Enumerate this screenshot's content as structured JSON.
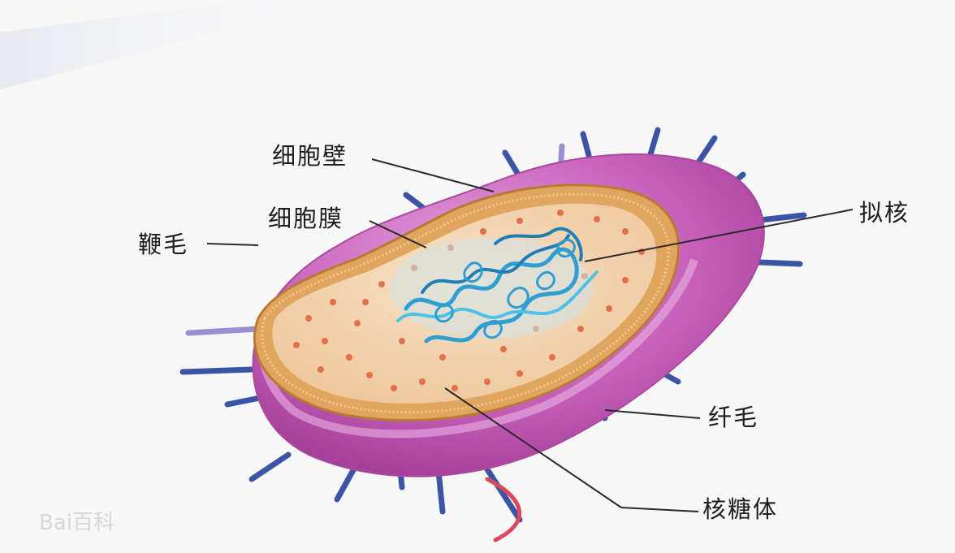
{
  "labels": {
    "cell_wall": "细胞壁",
    "cell_membrane": "细胞膜",
    "flagellum": "鞭毛",
    "nucleoid": "拟核",
    "pili": "纤毛",
    "ribosome": "核糖体"
  },
  "colors": {
    "cell_wall": "#c058b4",
    "membrane": "#c98a3a",
    "cytoplasm": "#f2d2ad",
    "nucleoid": "#2f9fd3",
    "ribosome": "#e0714a",
    "flagellum": "#d9485b",
    "pili_dark": "#3b55a4",
    "pili_light": "#9a8fd1",
    "leader_line": "#2a2a2a"
  }
}
